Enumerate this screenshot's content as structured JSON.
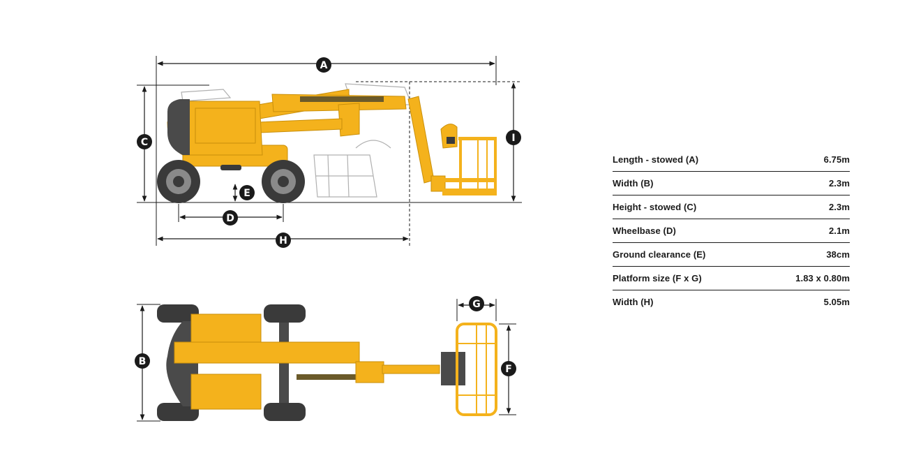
{
  "diagram": {
    "colors": {
      "machine": "#f4b21c",
      "machine_dark": "#c98f0a",
      "tyre": "#3a3a3a",
      "hub": "#8a8a8a",
      "counterweight": "#4a4a4a",
      "dimension_line": "#1a1a1a",
      "label_circle": "#1a1a1a",
      "ghost_outline": "#b0b0b0"
    },
    "dimension_labels": {
      "a": "A",
      "b": "B",
      "c": "C",
      "d": "D",
      "e": "E",
      "f": "F",
      "g": "G",
      "h": "H",
      "i": "I"
    }
  },
  "specs": [
    {
      "label": "Length - stowed (A)",
      "value": "6.75m"
    },
    {
      "label": "Width (B)",
      "value": "2.3m"
    },
    {
      "label": "Height - stowed (C)",
      "value": "2.3m"
    },
    {
      "label": "Wheelbase (D)",
      "value": "2.1m"
    },
    {
      "label": "Ground clearance (E)",
      "value": "38cm"
    },
    {
      "label": "Platform size (F x G)",
      "value": "1.83 x 0.80m"
    },
    {
      "label": "Width (H)",
      "value": "5.05m"
    }
  ]
}
